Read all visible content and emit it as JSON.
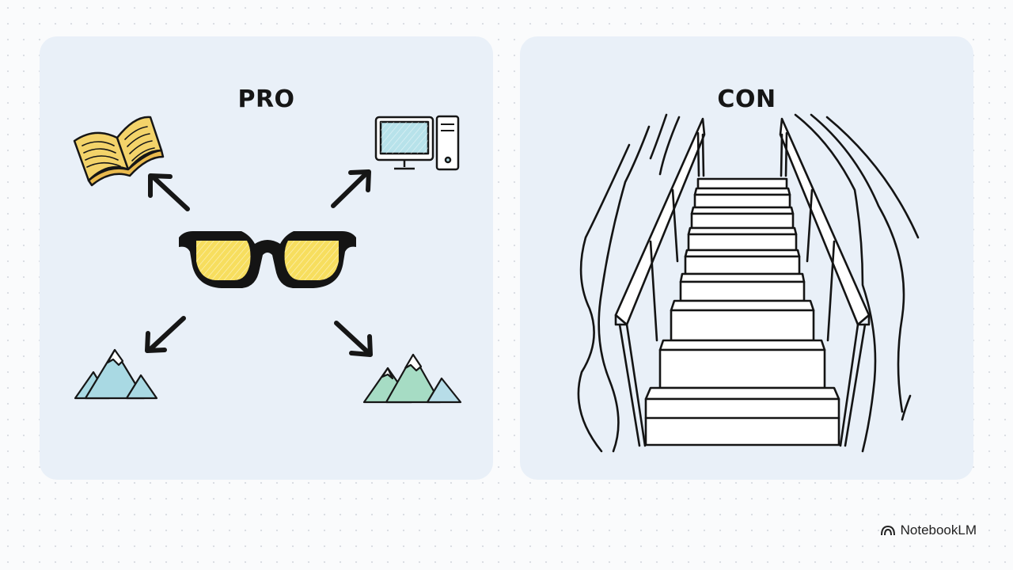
{
  "pro_panel": {
    "title": "PRO"
  },
  "con_panel": {
    "title": "CON"
  },
  "brand": {
    "name": "NotebookLM",
    "icon": "notebooklm-logo-icon"
  },
  "colors": {
    "background": "#fafbfc",
    "panel": "#e9f0f8",
    "lens_yellow": "#f7de5e",
    "book_yellow": "#f3d36a",
    "screen_blue": "#b7e2ea",
    "mountain_green": "#a6dcc4",
    "ink": "#141414"
  }
}
